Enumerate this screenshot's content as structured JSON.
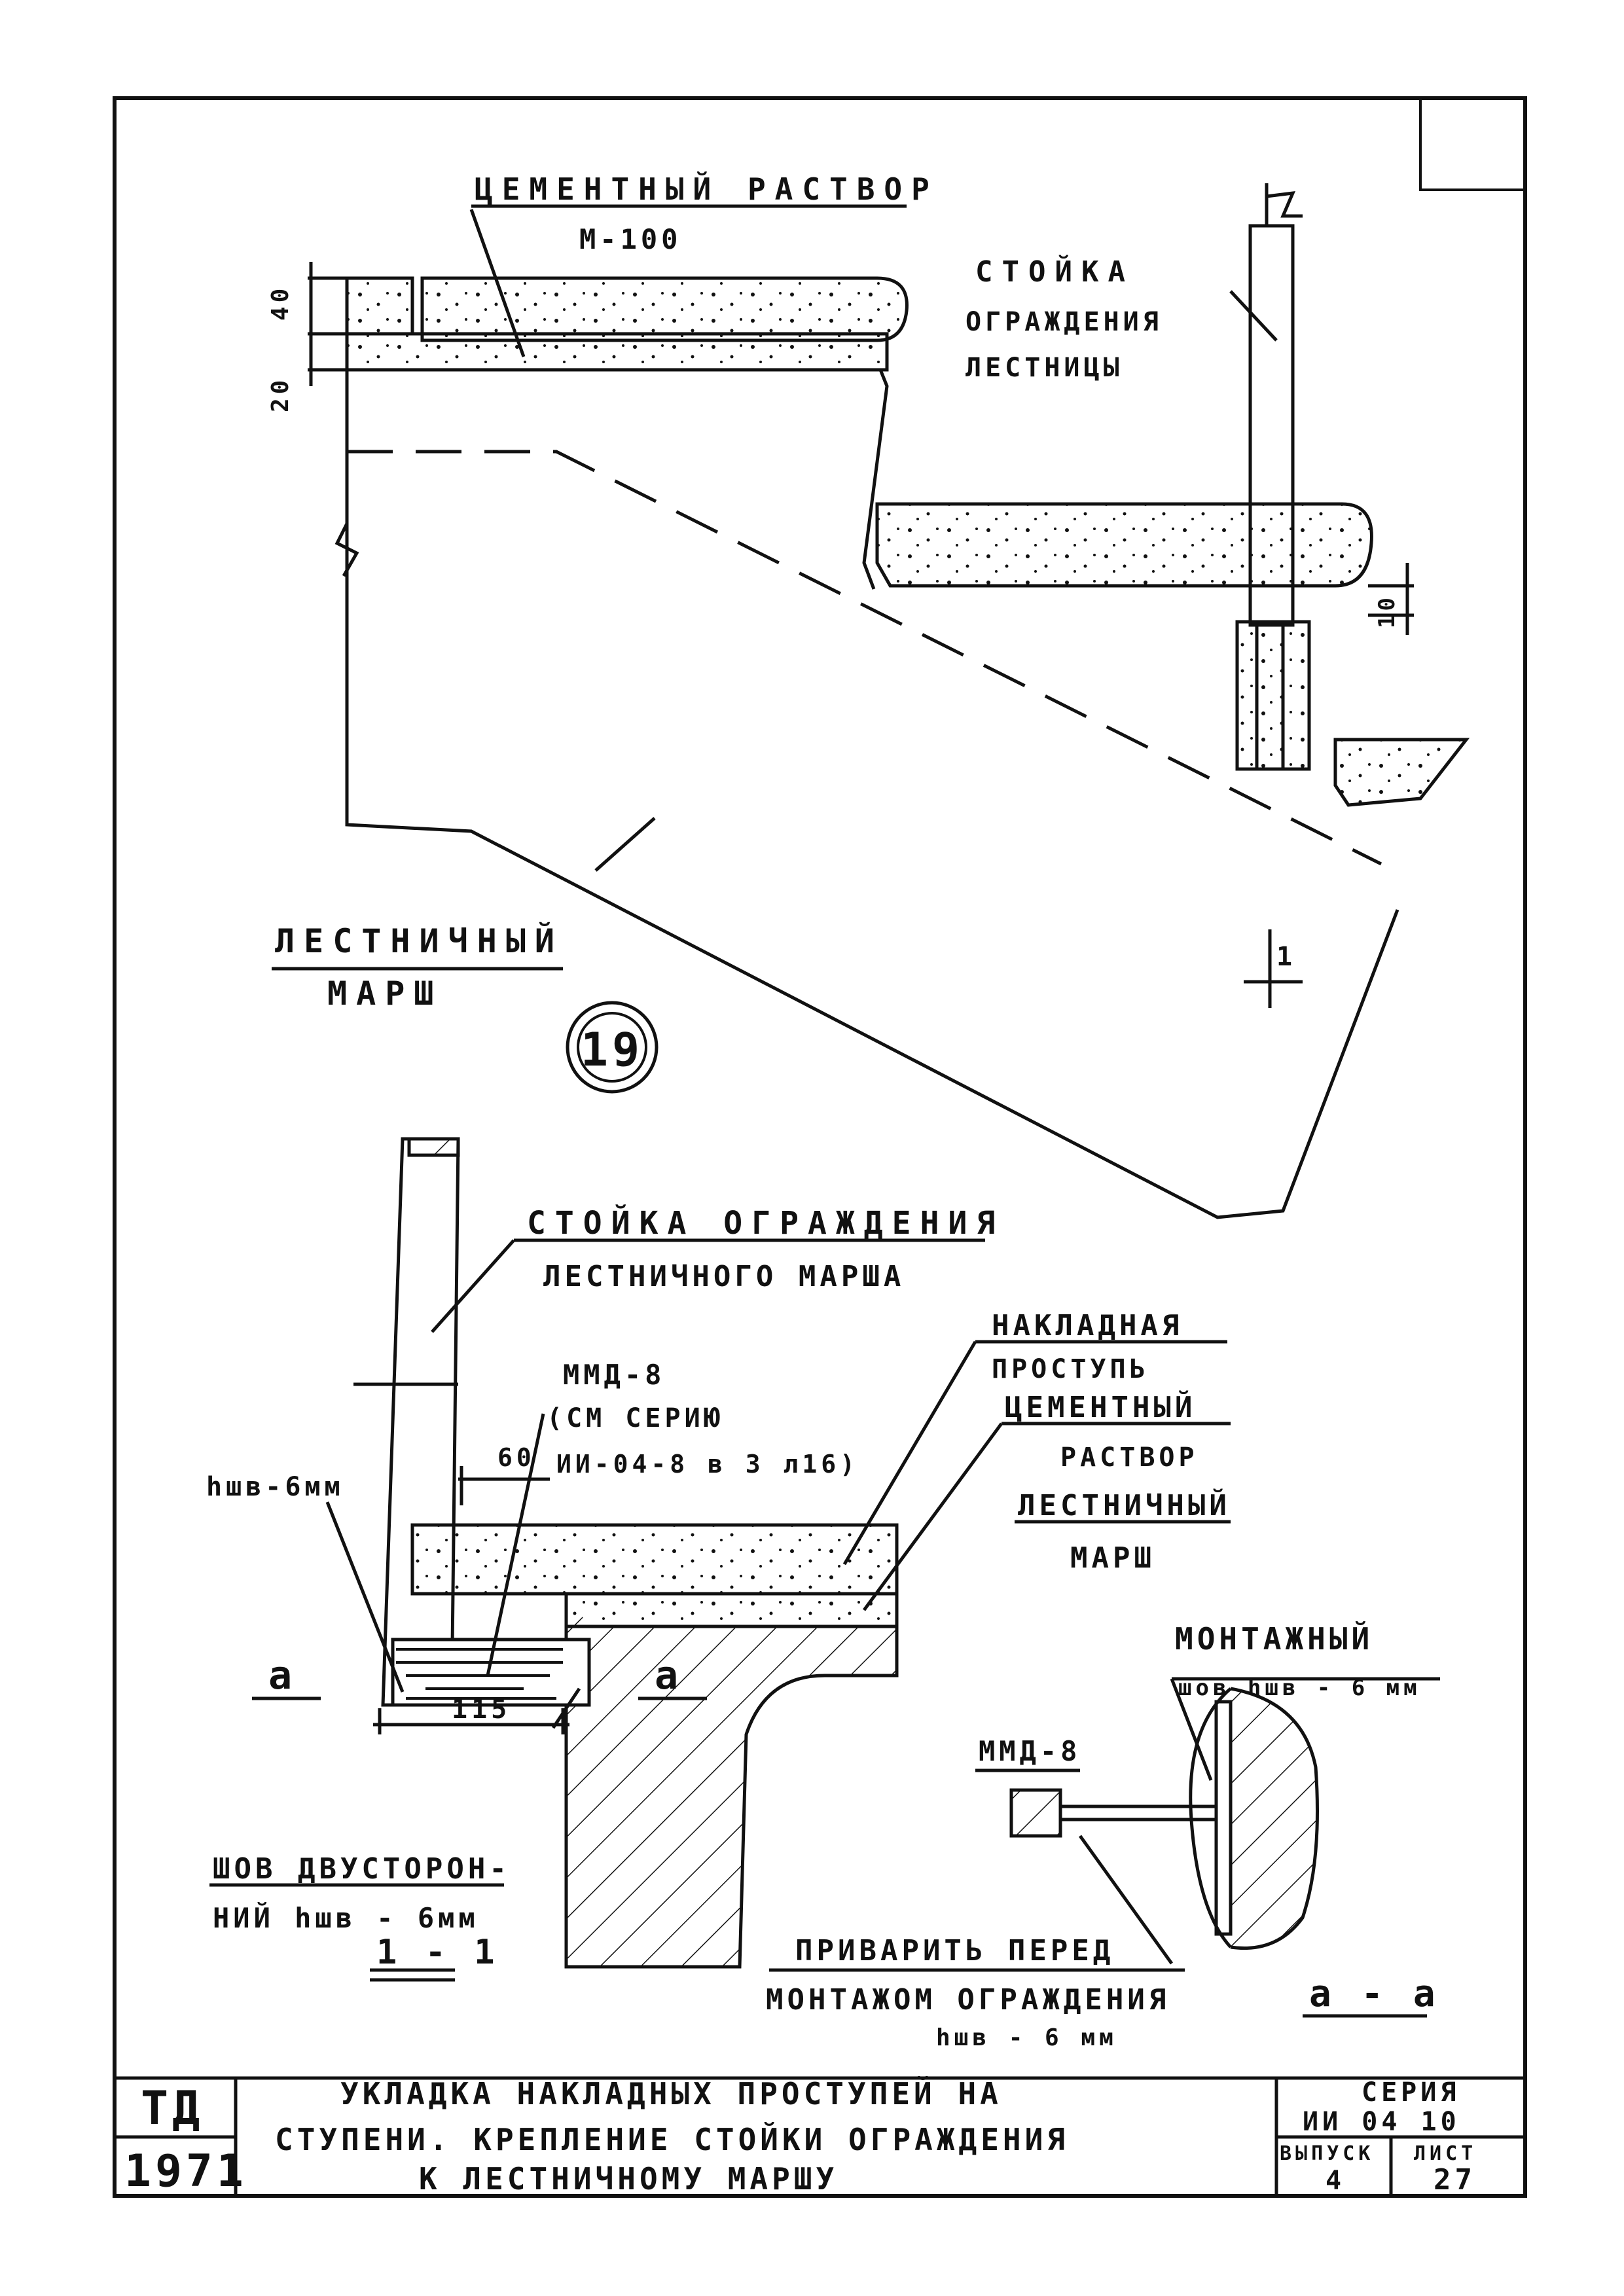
{
  "view_top": {
    "cement_mortar": "ЦЕМЕНТНЫЙ РАСТВОР",
    "grade": "М-100",
    "post_line1": "СТОЙКА",
    "post_line2": "ОГРАЖДЕНИЯ",
    "post_line3": "ЛЕСТНИЦЫ",
    "dim_40": "40",
    "dim_20": "20",
    "dim_10": "10",
    "stair_line1": "ЛЕСТНИЧНЫЙ",
    "stair_line2": "МАРШ",
    "node_number": "19",
    "section_mark": "1"
  },
  "section_11": {
    "post_line1": "СТОЙКА ОГРАЖДЕНИЯ",
    "post_line2": "ЛЕСТНИЧНОГО МАРША",
    "overlay_line1": "НАКЛАДНАЯ",
    "overlay_line2": "ПРОСТУПЬ",
    "mortar_line1": "ЦЕМЕНТНЫЙ",
    "mortar_line2": "РАСТВОР",
    "stair_line1": "ЛЕСТНИЧНЫЙ",
    "stair_line2": "МАРШ",
    "part_name": "ММД-8",
    "ref_line1": "(СМ СЕРИЮ",
    "ref_line2": "ИИ-04-8 в 3 л16)",
    "dim_60": "60",
    "dim_115": "115",
    "weld_note": "hшв-6мм",
    "weld_two_line1": "ШОВ ДВУСТОРОН-",
    "weld_two_line2": "НИЙ hшв - 6мм",
    "cut_a_left": "а",
    "cut_a_right": "а",
    "section_title": "1 - 1"
  },
  "view_aa": {
    "mount_line1": "МОНТАЖНЫЙ",
    "mount_line2": "шов hшв - 6 мм",
    "part_name": "ММД-8",
    "weld_line1": "ПРИВАРИТЬ ПЕРЕД",
    "weld_line2": "МОНТАЖОМ ОГРАЖДЕНИЯ",
    "weld_line3": "hшв - 6 мм",
    "title": "а - а"
  },
  "title_block": {
    "org": "ТД",
    "year": "1971",
    "title_line1": "УКЛАДКА НАКЛАДНЫХ ПРОСТУПЕЙ НА",
    "title_line2": "СТУПЕНИ. КРЕПЛЕНИЕ СТОЙКИ ОГРАЖДЕНИЯ",
    "title_line3": "К ЛЕСТНИЧНОМУ МАРШУ",
    "series_label": "СЕРИЯ",
    "series_value": "ИИ 04 10",
    "issue_label": "ВЫПУСК",
    "issue_value": "4",
    "sheet_label": "ЛИСТ",
    "sheet_value": "27"
  },
  "colors": {
    "ink": "#111111",
    "paper": "#ffffff"
  }
}
